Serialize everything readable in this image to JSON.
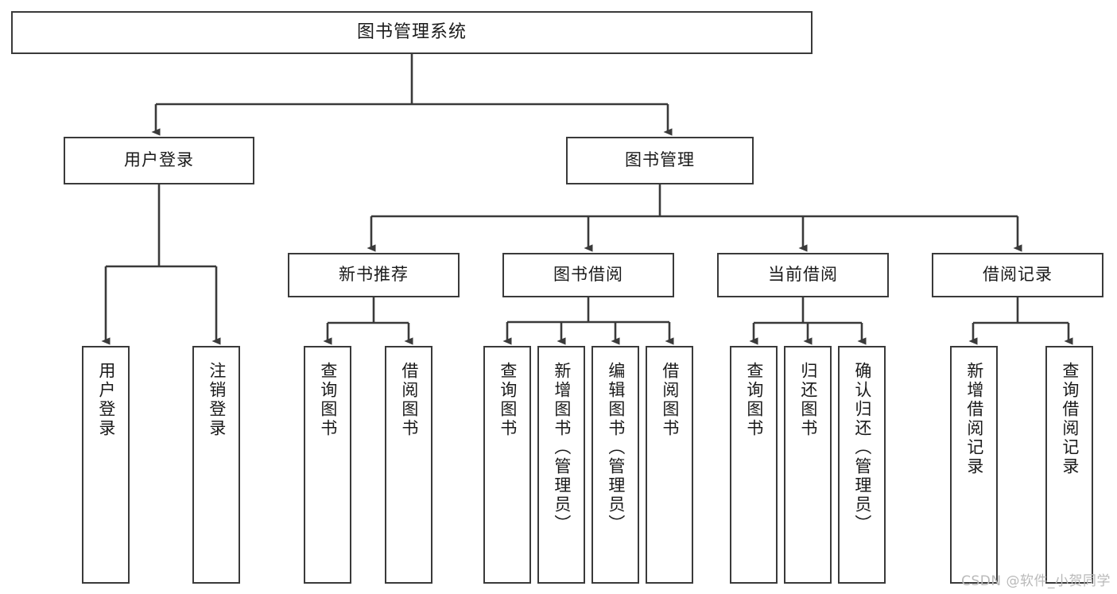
{
  "diagram": {
    "type": "tree",
    "title": "图书管理系统",
    "root": {
      "label": "图书管理系统"
    },
    "level2": [
      {
        "label": "用户登录"
      },
      {
        "label": "图书管理"
      }
    ],
    "level3": [
      {
        "label": "新书推荐"
      },
      {
        "label": "图书借阅"
      },
      {
        "label": "当前借阅"
      },
      {
        "label": "借阅记录"
      }
    ],
    "leaves": {
      "user_login": [
        {
          "label": "用户登录"
        },
        {
          "label": "注销登录"
        }
      ],
      "new_book_recommend": [
        {
          "label": "查询图书"
        },
        {
          "label": "借阅图书"
        }
      ],
      "book_borrow": [
        {
          "label": "查询图书"
        },
        {
          "label": "新增图书（管理员）"
        },
        {
          "label": "编辑图书（管理员）"
        },
        {
          "label": "借阅图书"
        }
      ],
      "current_borrow": [
        {
          "label": "查询图书"
        },
        {
          "label": "归还图书"
        },
        {
          "label": "确认归还（管理员）"
        }
      ],
      "borrow_record": [
        {
          "label": "新增借阅记录"
        },
        {
          "label": "查询借阅记录"
        }
      ]
    }
  },
  "watermark": {
    "text": "CSDN @软件_小贺同学"
  },
  "colors": {
    "box_border": "#3a3a3a",
    "box_fill": "#ffffff",
    "connector": "#3a3a3a",
    "text": "#1a1a1a",
    "watermark": "#b9b9b9",
    "background": "#ffffff"
  }
}
